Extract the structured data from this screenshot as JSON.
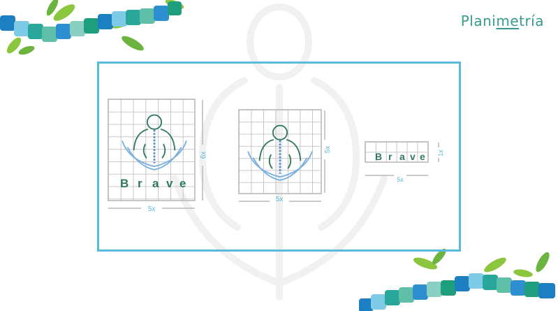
{
  "header": {
    "title_part1": "Plani",
    "title_part2": "me",
    "title_part3": "tría"
  },
  "colors": {
    "accent_teal": "#3a9a8e",
    "frame_blue": "#5ab9dd",
    "grid_gray": "#b9b9b9",
    "logo_green": "#2f7a58",
    "logo_blue": "#5b8fc9"
  },
  "diagram": {
    "logo_text": "Brave",
    "letters": [
      "B",
      "r",
      "a",
      "v",
      "e"
    ],
    "full_logo": {
      "width_label": "5x",
      "height_label": "6x"
    },
    "icon_logo": {
      "width_label": "5x",
      "height_label": "5x"
    },
    "text_logo": {
      "width_label": "5x",
      "height_label": "1x"
    }
  }
}
